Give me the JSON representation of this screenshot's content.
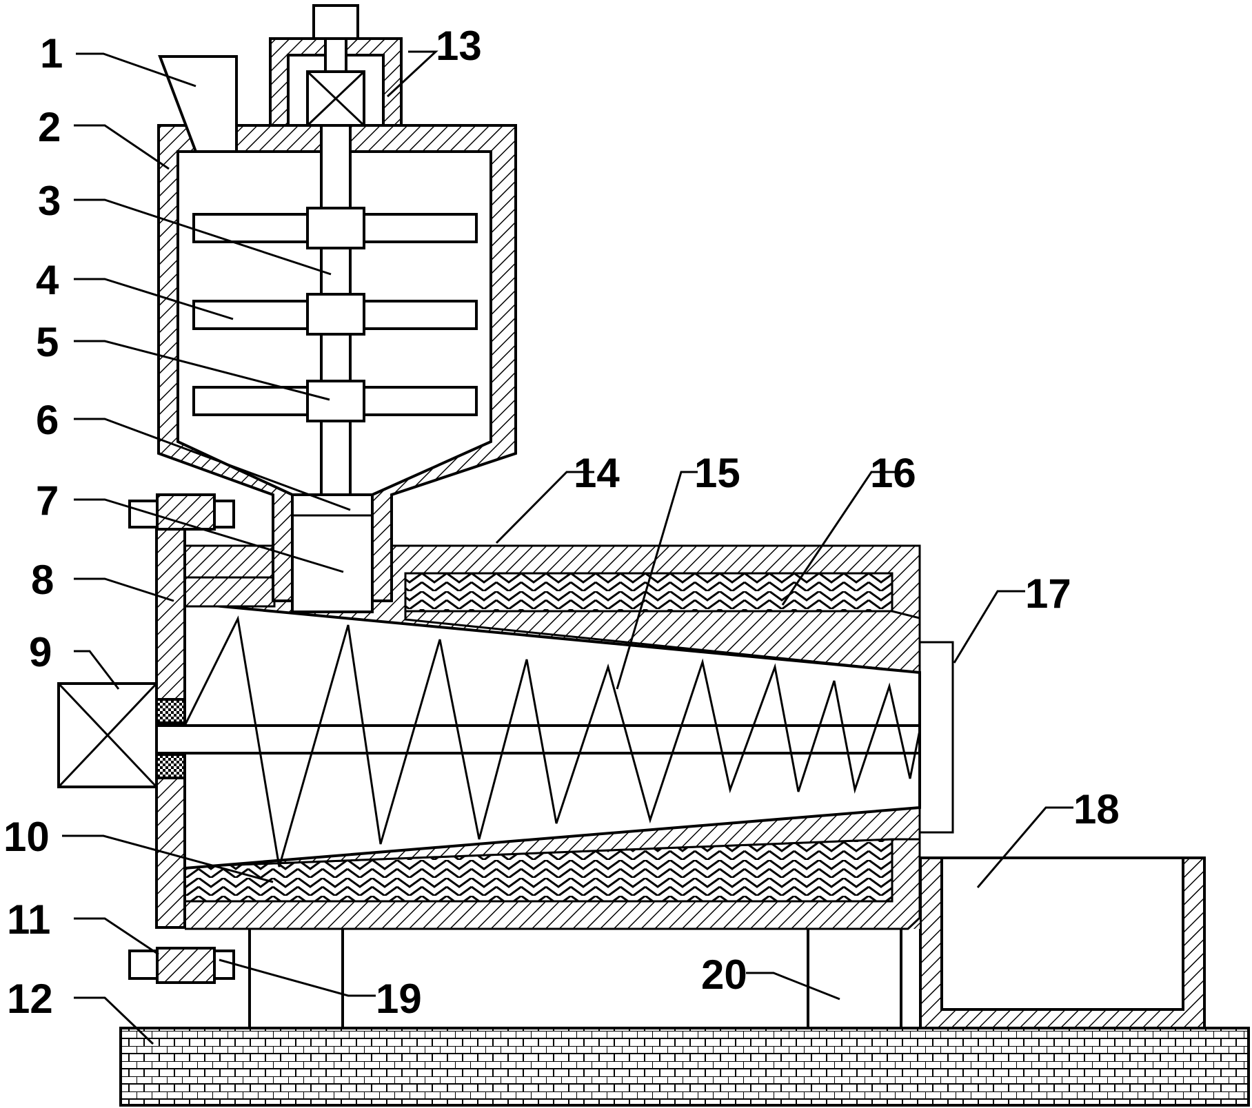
{
  "diagram": {
    "background": "#ffffff",
    "line_color": "#000000",
    "labels": [
      {
        "id": "1",
        "text": "1"
      },
      {
        "id": "2",
        "text": "2"
      },
      {
        "id": "3",
        "text": "3"
      },
      {
        "id": "4",
        "text": "4"
      },
      {
        "id": "5",
        "text": "5"
      },
      {
        "id": "6",
        "text": "6"
      },
      {
        "id": "7",
        "text": "7"
      },
      {
        "id": "8",
        "text": "8"
      },
      {
        "id": "9",
        "text": "9"
      },
      {
        "id": "10",
        "text": "10"
      },
      {
        "id": "11",
        "text": "11"
      },
      {
        "id": "12",
        "text": "12"
      },
      {
        "id": "13",
        "text": "13"
      },
      {
        "id": "14",
        "text": "14"
      },
      {
        "id": "15",
        "text": "15"
      },
      {
        "id": "16",
        "text": "16"
      },
      {
        "id": "17",
        "text": "17"
      },
      {
        "id": "18",
        "text": "18"
      },
      {
        "id": "19",
        "text": "19"
      },
      {
        "id": "20",
        "text": "20"
      }
    ]
  }
}
